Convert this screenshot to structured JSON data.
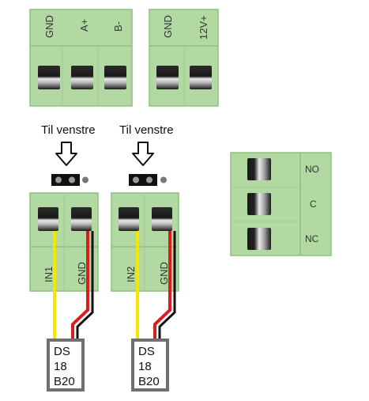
{
  "colors": {
    "terminal_green": "#b3d9a3",
    "terminal_stroke": "#8fbf80",
    "signal_wire": "#f5e600",
    "ground_wire_red": "#d81e1e",
    "ground_wire_black": "#111111",
    "sensor_border": "#707070"
  },
  "top_terminals": [
    {
      "pins": [
        "GND",
        "A+",
        "B-"
      ]
    },
    {
      "pins": [
        "GND",
        "12V+"
      ]
    }
  ],
  "input_terminals": [
    {
      "direction_label": "Til venstre",
      "pins": [
        "IN1",
        "GND"
      ],
      "sensor_lines": [
        "DS",
        "18",
        "B20"
      ]
    },
    {
      "direction_label": "Til venstre",
      "pins": [
        "IN2",
        "GND"
      ],
      "sensor_lines": [
        "DS",
        "18",
        "B20"
      ]
    }
  ],
  "relay_terminal": {
    "pins": [
      "NO",
      "C",
      "NC"
    ]
  },
  "icons": [
    "down-arrow-icon",
    "jumper-icon"
  ]
}
